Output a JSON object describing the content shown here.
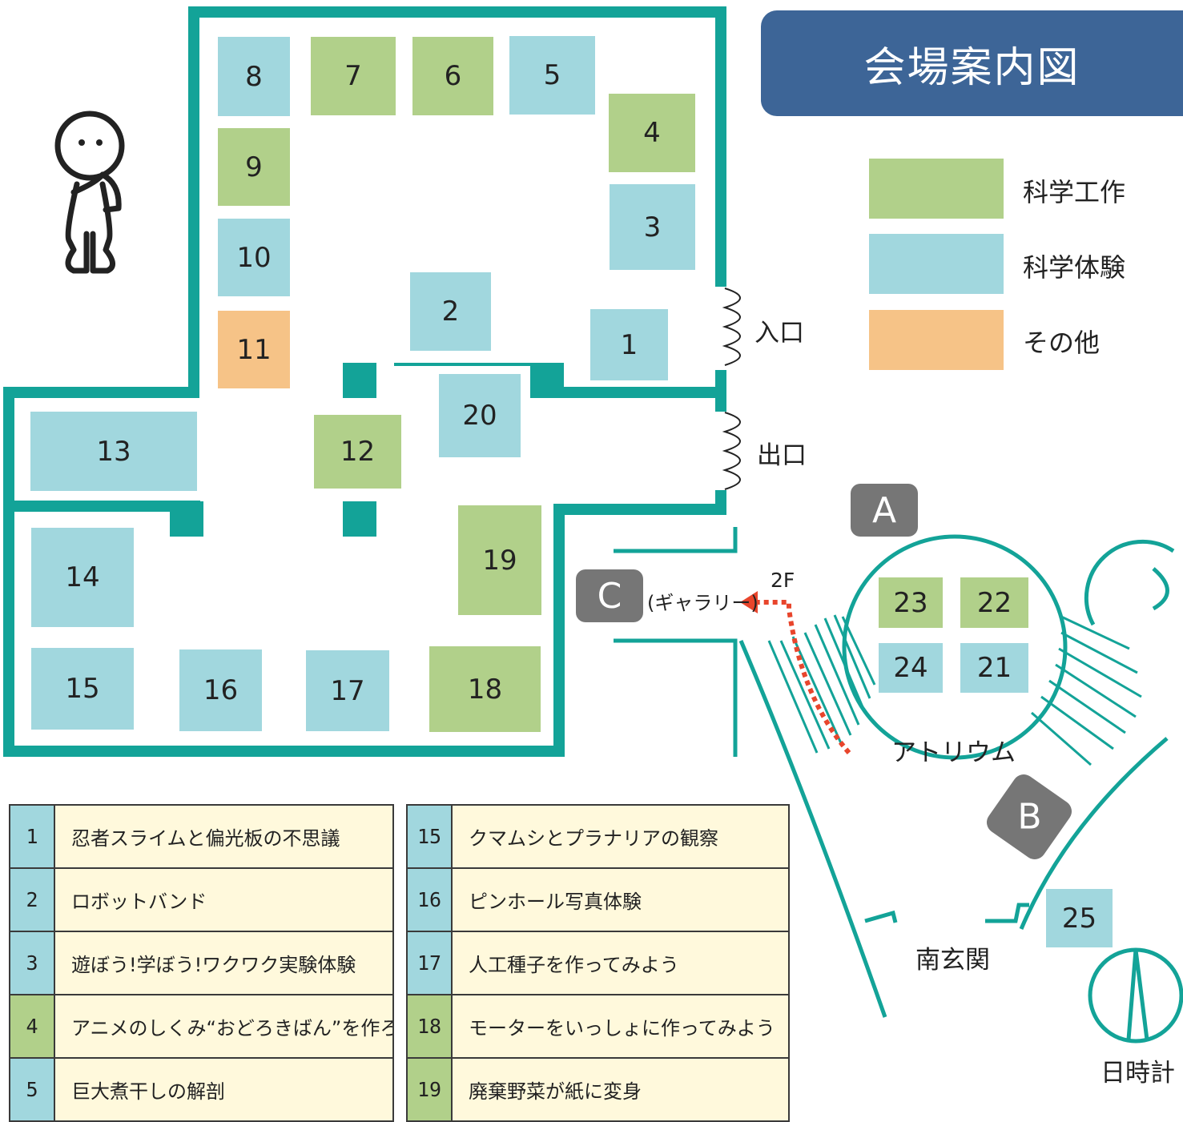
{
  "title": "会場案内図",
  "legend": [
    {
      "label": "科学工作",
      "color": "#b1d08a"
    },
    {
      "label": "科学体験",
      "color": "#a1d7de"
    },
    {
      "label": "その他",
      "color": "#f6c387"
    }
  ],
  "colors": {
    "wall": "#13a398",
    "craft": "#b1d08a",
    "experience": "#a1d7de",
    "other": "#f6c387",
    "title_bg": "#3d6597",
    "marker": "#767676",
    "route_arrow": "#e8452c"
  },
  "booths": [
    {
      "no": "1",
      "category": "experience"
    },
    {
      "no": "2",
      "category": "experience"
    },
    {
      "no": "3",
      "category": "experience"
    },
    {
      "no": "4",
      "category": "craft"
    },
    {
      "no": "5",
      "category": "experience"
    },
    {
      "no": "6",
      "category": "craft"
    },
    {
      "no": "7",
      "category": "craft"
    },
    {
      "no": "8",
      "category": "experience"
    },
    {
      "no": "9",
      "category": "craft"
    },
    {
      "no": "10",
      "category": "experience"
    },
    {
      "no": "11",
      "category": "other"
    },
    {
      "no": "12",
      "category": "craft"
    },
    {
      "no": "13",
      "category": "experience"
    },
    {
      "no": "14",
      "category": "experience"
    },
    {
      "no": "15",
      "category": "experience"
    },
    {
      "no": "16",
      "category": "experience"
    },
    {
      "no": "17",
      "category": "experience"
    },
    {
      "no": "18",
      "category": "craft"
    },
    {
      "no": "19",
      "category": "craft"
    },
    {
      "no": "20",
      "category": "experience"
    },
    {
      "no": "21",
      "category": "experience"
    },
    {
      "no": "22",
      "category": "craft"
    },
    {
      "no": "23",
      "category": "craft"
    },
    {
      "no": "24",
      "category": "experience"
    },
    {
      "no": "25",
      "category": "experience"
    }
  ],
  "labels": {
    "entrance": "入口",
    "exit": "出口",
    "gallery": "(ギャラリー)",
    "floor_2f": "2F",
    "atrium": "アトリウム",
    "south_entrance": "南玄関",
    "sundial": "日時計"
  },
  "markers": {
    "a": "A",
    "b": "B",
    "c": "C"
  },
  "icons": {
    "person": "thinking-person-icon",
    "sundial": "sundial-icon"
  },
  "list_left": [
    {
      "no": "1",
      "name": "忍者スライムと偏光板の不思議",
      "category": "experience"
    },
    {
      "no": "2",
      "name": "ロボットバンド",
      "category": "experience"
    },
    {
      "no": "3",
      "name": "遊ぼう!学ぼう!ワクワク実験体験",
      "category": "experience"
    },
    {
      "no": "4",
      "name": "アニメのしくみ“おどろきばん”を作ろう!",
      "category": "craft"
    },
    {
      "no": "5",
      "name": "巨大煮干しの解剖",
      "category": "experience"
    }
  ],
  "list_right": [
    {
      "no": "15",
      "name": "クマムシとプラナリアの観察",
      "category": "experience"
    },
    {
      "no": "16",
      "name": "ピンホール写真体験",
      "category": "experience"
    },
    {
      "no": "17",
      "name": "人工種子を作ってみよう",
      "category": "experience"
    },
    {
      "no": "18",
      "name": "モーターをいっしょに作ってみよう",
      "category": "craft"
    },
    {
      "no": "19",
      "name": "廃棄野菜が紙に変身",
      "category": "craft"
    }
  ]
}
